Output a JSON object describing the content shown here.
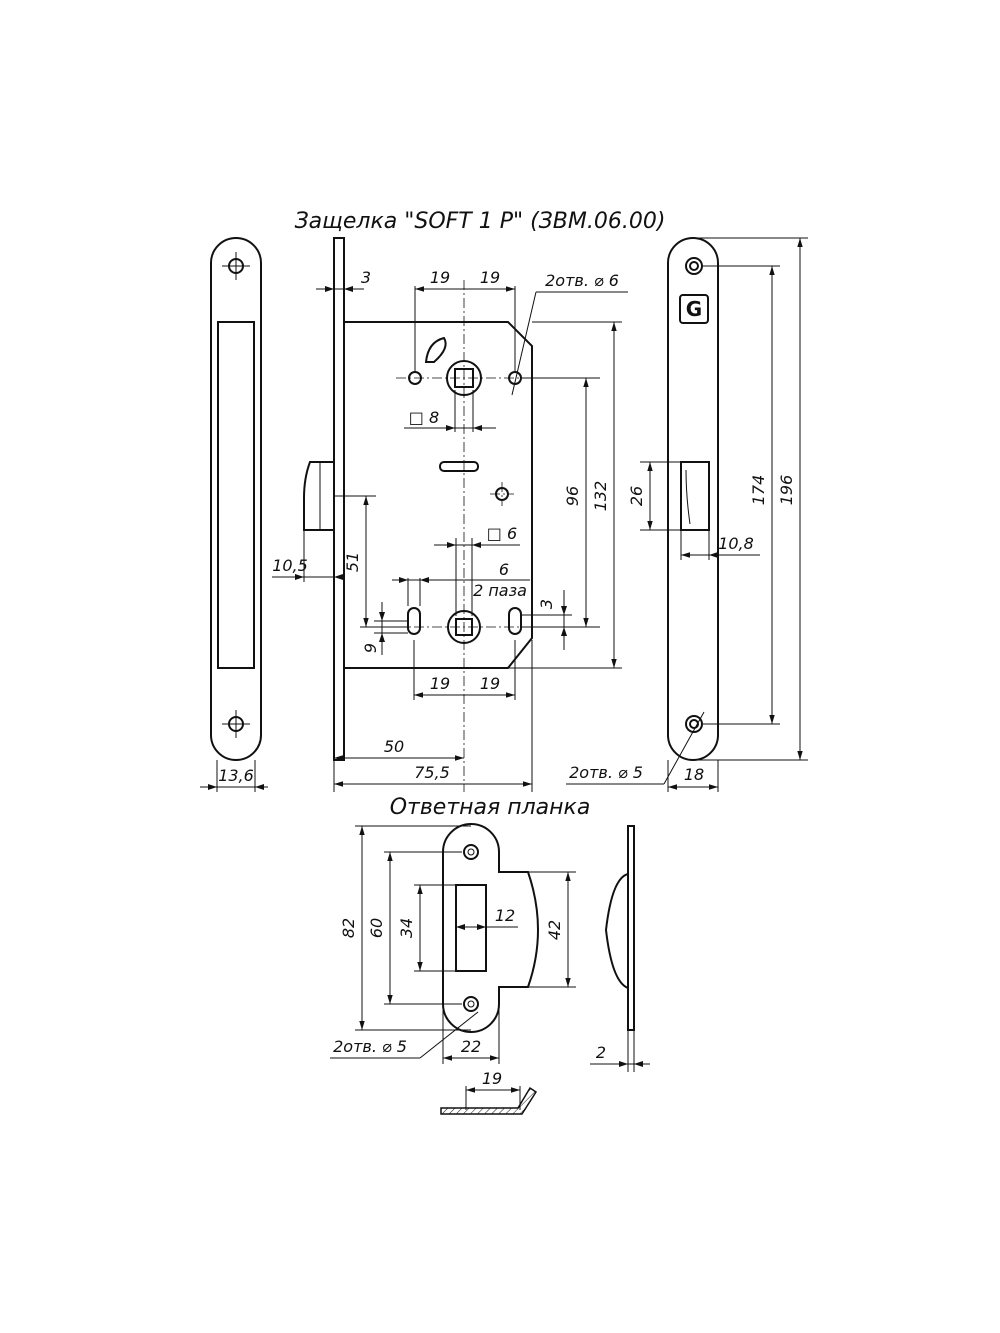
{
  "title_latch": "Защелка \"SOFT 1 P\" (ЗВМ.06.00)",
  "title_strike": "Ответная планка",
  "logo_letter": "G",
  "dims": {
    "d3": "3",
    "d19a": "19",
    "d19b": "19",
    "holes6": "2отв. ⌀ 6",
    "sq8": "□ 8",
    "sq6": "□ 6",
    "d6": "6",
    "grooves": "2 паза",
    "d3b": "3",
    "d9": "9",
    "d51": "51",
    "d10_5": "10,5",
    "d96": "96",
    "d132": "132",
    "d19c": "19",
    "d19d": "19",
    "d50": "50",
    "d75_5": "75,5",
    "d13_6": "13,6",
    "d26": "26",
    "d10_8": "10,8",
    "d174": "174",
    "d196": "196",
    "holes5": "2отв. ⌀ 5",
    "d18": "18",
    "d82": "82",
    "d60": "60",
    "d34": "34",
    "d12": "12",
    "d42": "42",
    "d22": "22",
    "holes5b": "2отв. ⌀ 5",
    "d2": "2",
    "d19e": "19"
  }
}
